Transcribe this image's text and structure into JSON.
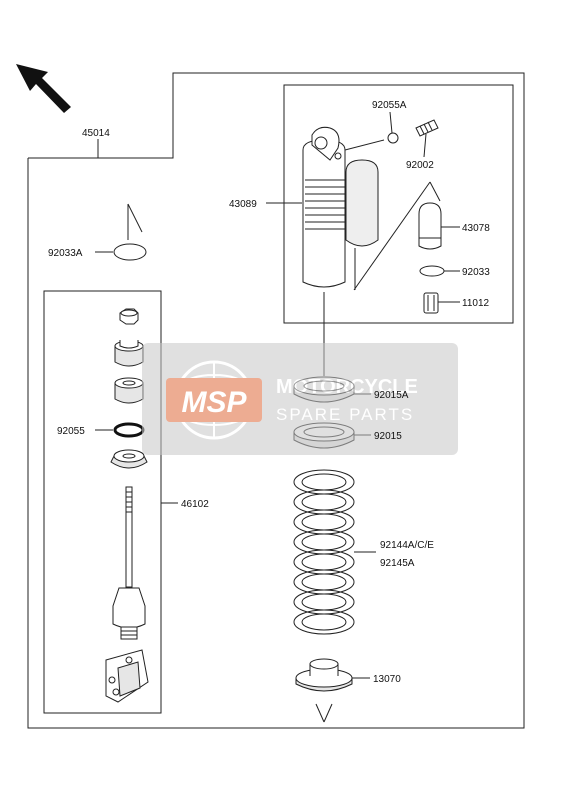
{
  "labels": {
    "assembly": "45014",
    "shock_body": "43089",
    "reservoir": "43078",
    "o_ring_top": "92055A",
    "valve": "92002",
    "circlip_right": "92033",
    "cap": "11012",
    "circlip_left": "92033A",
    "o_ring_left": "92055",
    "rod_assy": "46102",
    "locknut": "92015A",
    "adjuster_nut": "92015",
    "spring_a": "92144A/C/E",
    "spring_b": "92145A",
    "spring_seat": "13070"
  },
  "watermark": {
    "logo": "MSP",
    "line1": "MOTORCYCLE",
    "line2": "SPARE PARTS"
  },
  "colors": {
    "line": "#222222",
    "part_fill": "#ffffff",
    "part_shade": "#e6e6e6",
    "watermark_bg": "#c8c8c8",
    "watermark_logo": "#e06a3a"
  }
}
